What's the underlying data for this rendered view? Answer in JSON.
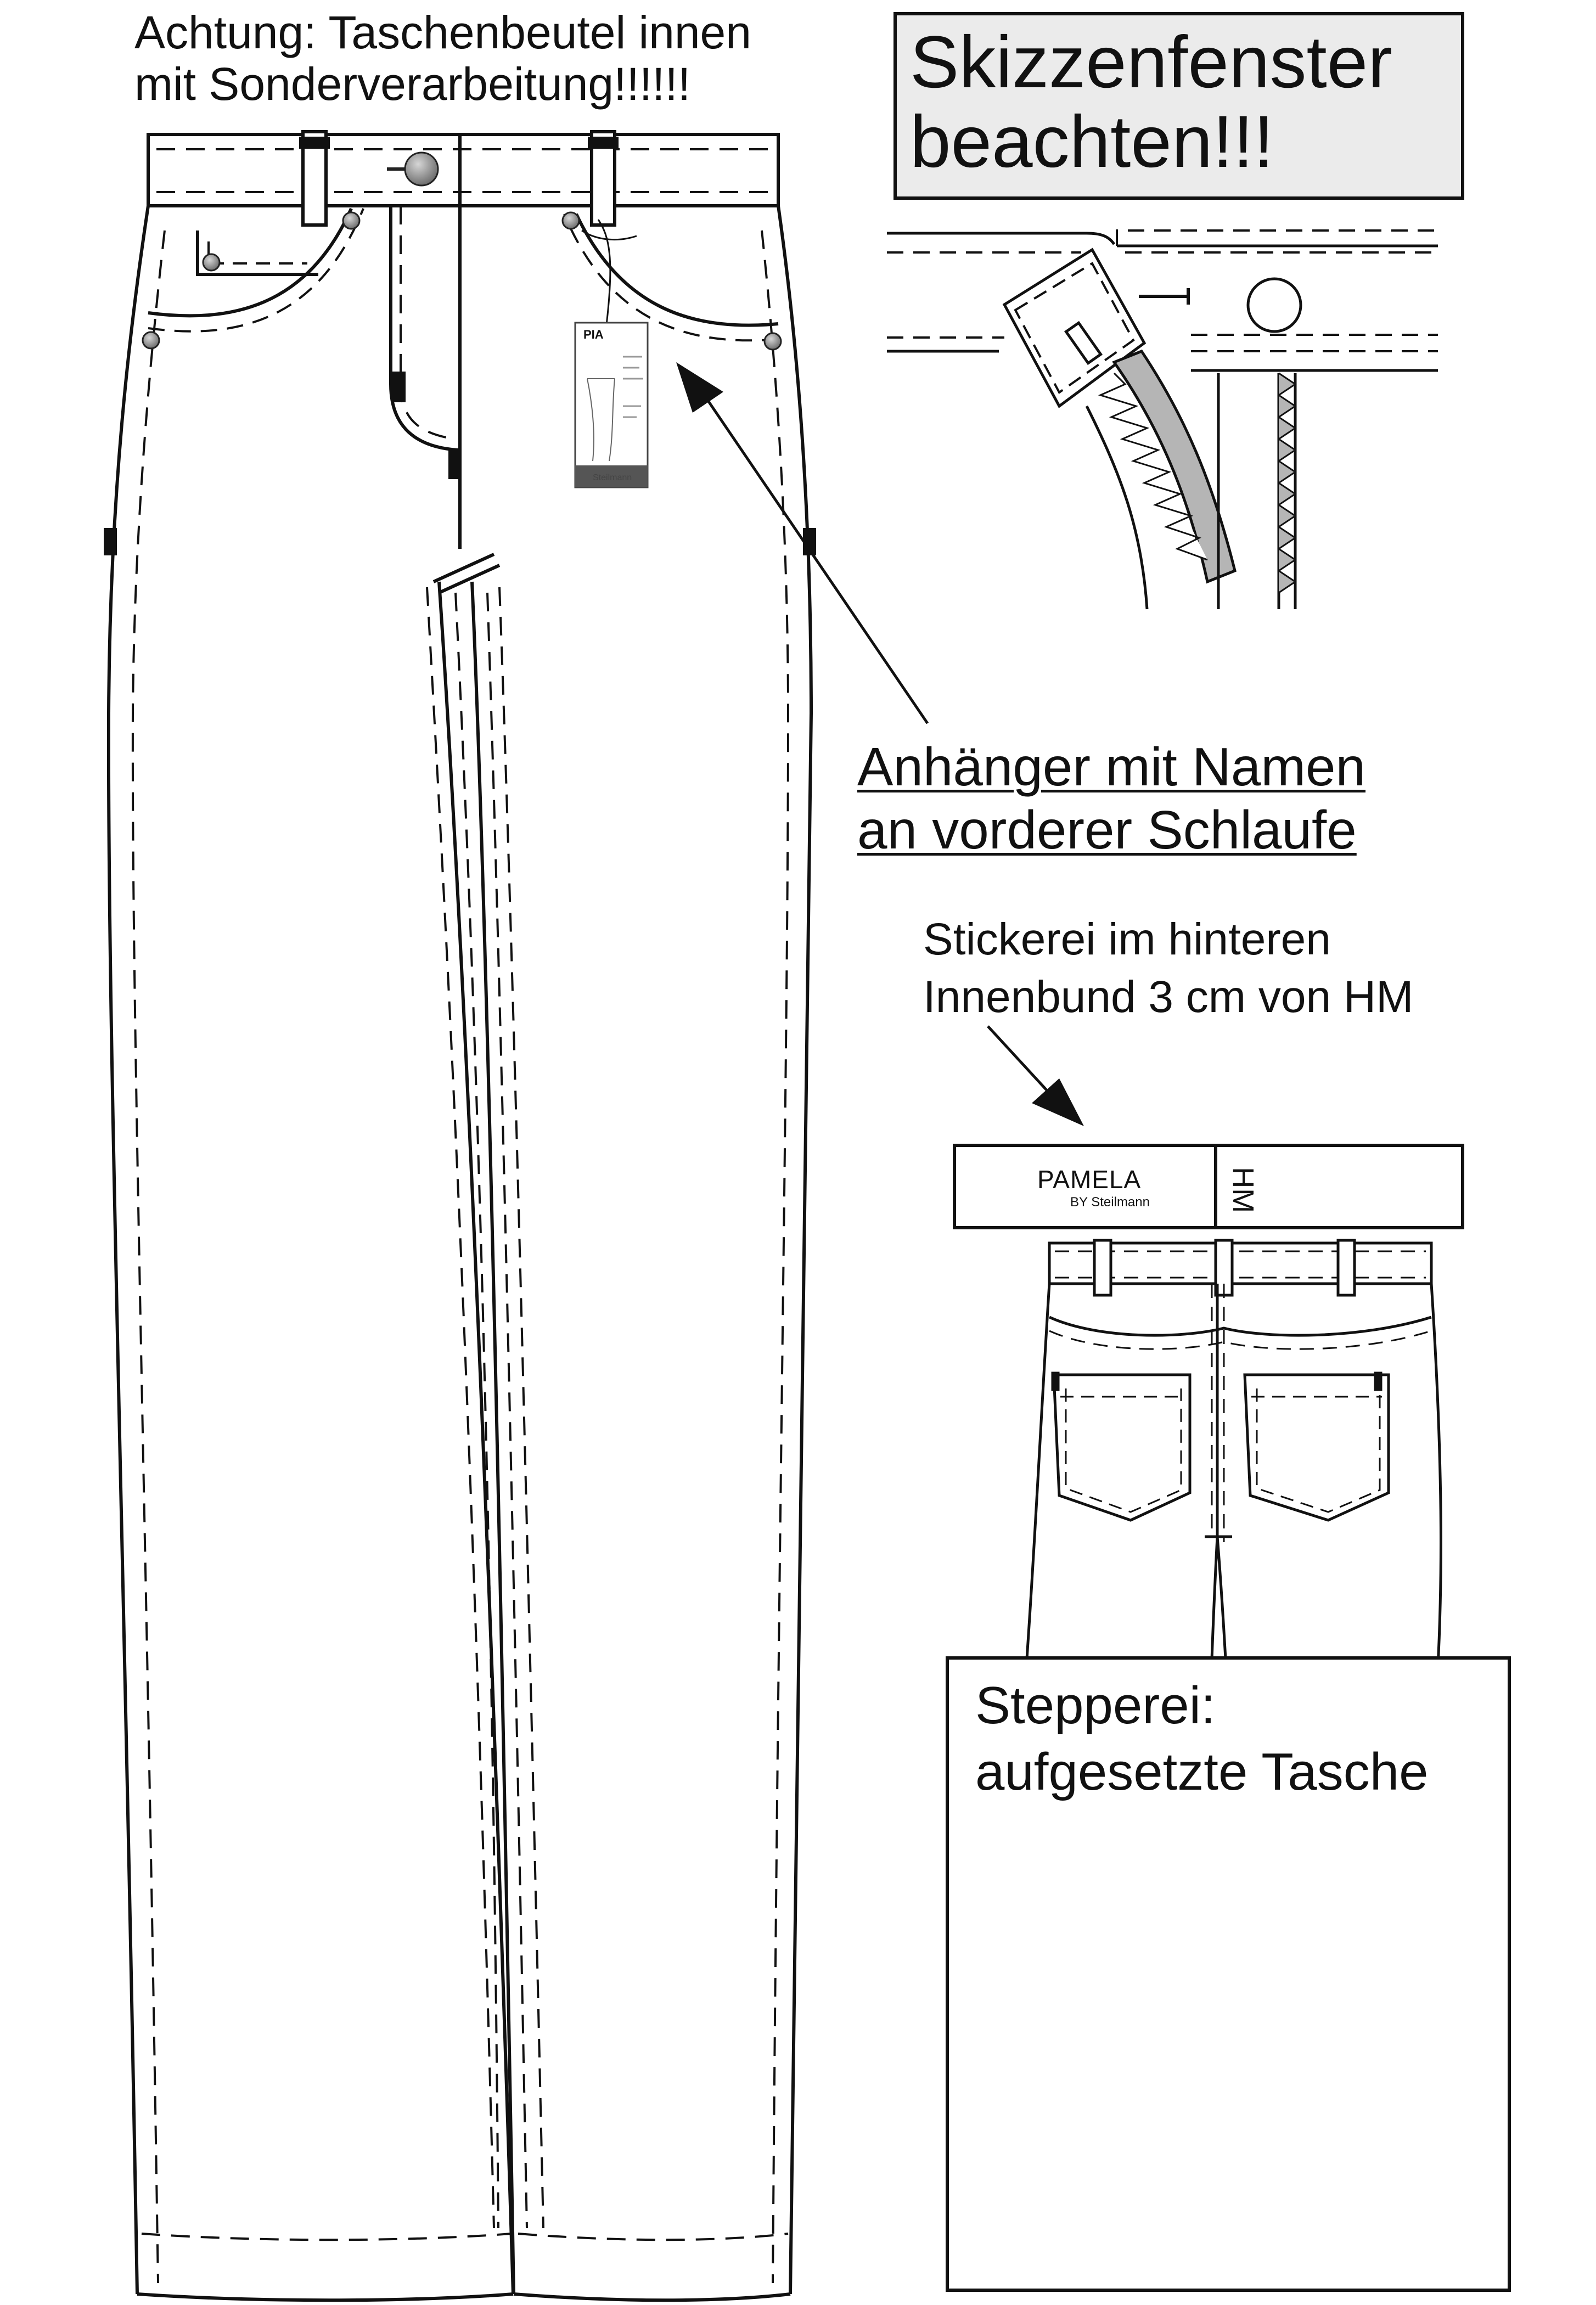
{
  "notes": {
    "pocket_bag_line1": "Achtung: Taschenbeutel innen",
    "pocket_bag_line2": "mit Sonderverarbeitung!!!!!!",
    "sketch_window_line1": "Skizzenfenster",
    "sketch_window_line2": "beachten!!!",
    "hangtag_line1": "Anhänger mit Namen",
    "hangtag_line2": "an vorderer Schlaufe",
    "embroidery_line1": "Stickerei im hinteren",
    "embroidery_line2": "Innenbund 3 cm von HM",
    "stitching_line1": "Stepperei:",
    "stitching_line2": "aufgesetzte Tasche"
  },
  "hangtag": {
    "name": "PIA",
    "footer": "Steilmann"
  },
  "embroidery_label": {
    "brand": "PAMELA",
    "sub": "BY Steilmann",
    "marker": "HM"
  },
  "colors": {
    "line": "#111111",
    "box_fill": "#ebebeb",
    "zipper_grey": "#b5b5b5",
    "rivet_grey": "#8c8c8c"
  }
}
